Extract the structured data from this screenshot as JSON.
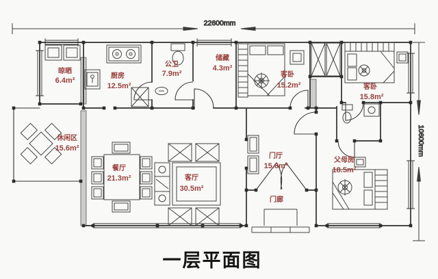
{
  "title": "一层平面图",
  "dimensions": {
    "width": "22600mm",
    "height": "10600mm"
  },
  "rooms": {
    "drying": {
      "name": "晾晒",
      "area": "6.4m²"
    },
    "kitchen": {
      "name": "厨房",
      "area": "12.5m²"
    },
    "bathroom": {
      "name": "公卫",
      "area": "7.9m²"
    },
    "storage": {
      "name": "储藏",
      "area": "4.3m²"
    },
    "guest_a": {
      "name": "客卧",
      "area": "15.2m²"
    },
    "guest_b": {
      "name": "客卧",
      "area": "15.8m²"
    },
    "leisure": {
      "name": "休闲区",
      "area": "15.6m²"
    },
    "dining": {
      "name": "餐厅",
      "area": "21.3m²"
    },
    "living": {
      "name": "客厅",
      "area": "30.5m²"
    },
    "foyer": {
      "name": "门厅",
      "area": "15.8m²"
    },
    "porch": {
      "name": "门廊"
    },
    "parents": {
      "name": "父母房",
      "area": "18.5m²"
    }
  },
  "colors": {
    "label": "#98403c",
    "line": "#2f2f2f",
    "title": "#161616",
    "background": "#f9f9f7"
  }
}
